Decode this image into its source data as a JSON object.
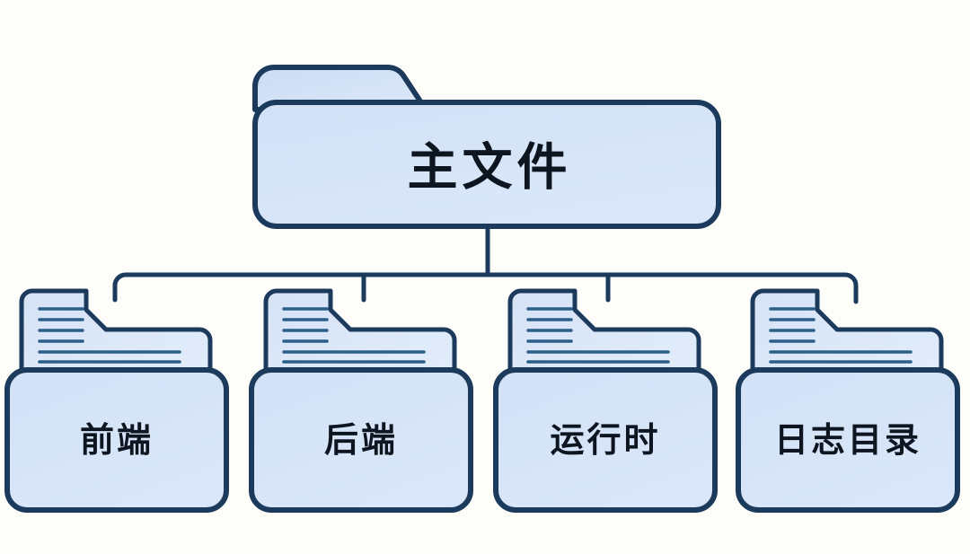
{
  "diagram": {
    "type": "folder-hierarchy-tree",
    "title_text": "主文件",
    "background_color": "#fdfdfa",
    "stroke_color": "#1b3a5c",
    "folder_fill_light": "#cfddf2",
    "folder_fill_body": "#d6e4f7",
    "label_color": "#0d1620",
    "document_line_color": "#2c5f88"
  },
  "root": {
    "label": "主文件",
    "icon": "folder-icon"
  },
  "children": [
    {
      "label": "前端",
      "icon": "folder-with-document-icon"
    },
    {
      "label": "后端",
      "icon": "folder-with-document-icon"
    },
    {
      "label": "运行时",
      "icon": "folder-with-document-icon"
    },
    {
      "label": "日志目录",
      "icon": "folder-with-document-icon"
    }
  ],
  "connectors": {
    "trunk": "vertical-line-from-root",
    "bus": "horizontal-distribution-bar",
    "drops": [
      "drop-line-1",
      "drop-line-2",
      "drop-line-3",
      "drop-line-4"
    ]
  }
}
